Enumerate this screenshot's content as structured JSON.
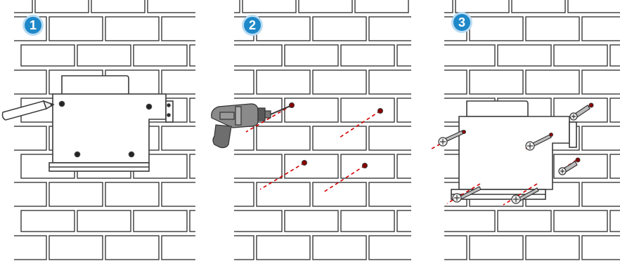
{
  "steps": [
    {
      "number": "1",
      "description": "mark-holes"
    },
    {
      "number": "2",
      "description": "drill-holes"
    },
    {
      "number": "3",
      "description": "mount-bracket"
    }
  ],
  "colors": {
    "badge_fill": "#1e88c8",
    "badge_ring": "#b9dcf2",
    "wall_line": "#3a3a3a",
    "guide_line": "#d40000",
    "hole": "#8b0000"
  },
  "icons": [
    "pencil-icon",
    "drill-icon",
    "screw-icon",
    "wall-plug-icon"
  ]
}
